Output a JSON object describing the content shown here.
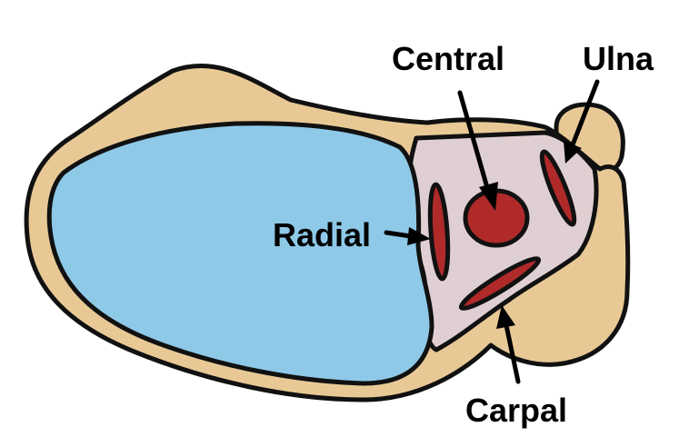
{
  "labels": {
    "central": "Central",
    "ulna": "Ulna",
    "radial": "Radial",
    "carpal": "Carpal"
  },
  "colors": {
    "bone": "#e8c996",
    "cavity": "#8ec9e8",
    "membrane": "#e0cfd2",
    "vessel": "#b02a2a",
    "outline": "#111111"
  }
}
